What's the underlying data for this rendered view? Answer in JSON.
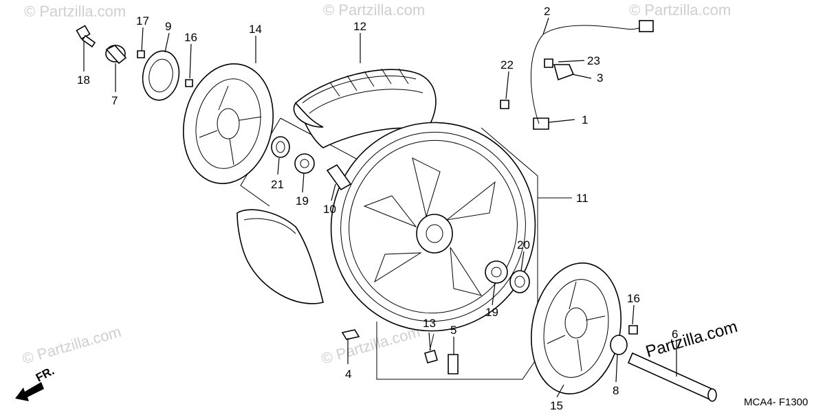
{
  "diagram": {
    "callouts": [
      {
        "id": "c1",
        "text": "1"
      },
      {
        "id": "c2",
        "text": "2"
      },
      {
        "id": "c3",
        "text": "3"
      },
      {
        "id": "c4",
        "text": "4"
      },
      {
        "id": "c5",
        "text": "5"
      },
      {
        "id": "c6",
        "text": "6"
      },
      {
        "id": "c7",
        "text": "7"
      },
      {
        "id": "c8",
        "text": "8"
      },
      {
        "id": "c9",
        "text": "9"
      },
      {
        "id": "c10",
        "text": "10"
      },
      {
        "id": "c11",
        "text": "11"
      },
      {
        "id": "c12",
        "text": "12"
      },
      {
        "id": "c13",
        "text": "13"
      },
      {
        "id": "c14",
        "text": "14"
      },
      {
        "id": "c15",
        "text": "15"
      },
      {
        "id": "c16a",
        "text": "16"
      },
      {
        "id": "c16b",
        "text": "16"
      },
      {
        "id": "c17",
        "text": "17"
      },
      {
        "id": "c18",
        "text": "18"
      },
      {
        "id": "c19a",
        "text": "19"
      },
      {
        "id": "c19b",
        "text": "19"
      },
      {
        "id": "c20",
        "text": "20"
      },
      {
        "id": "c21",
        "text": "21"
      },
      {
        "id": "c22",
        "text": "22"
      },
      {
        "id": "c23",
        "text": "23"
      }
    ],
    "front_indicator": "FR.",
    "drawing_code": "MCA4- F1300",
    "watermark": "© Partzilla.com",
    "watermark_main": "Partzilla.com"
  }
}
